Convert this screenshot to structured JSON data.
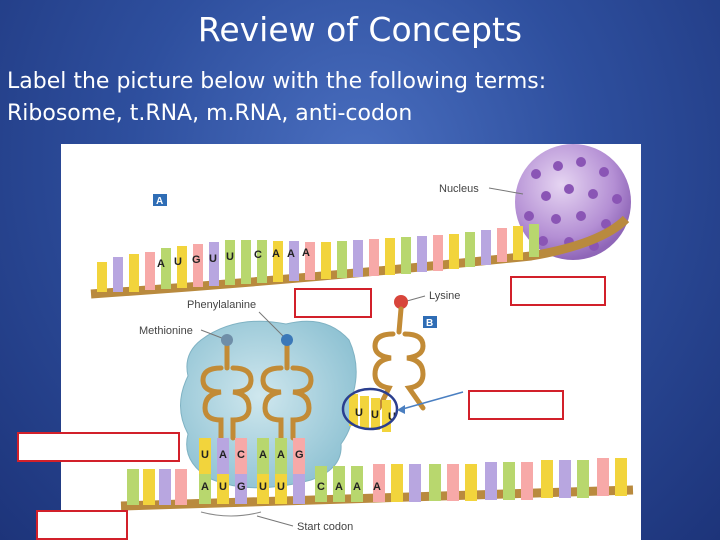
{
  "slide": {
    "title": "Review of Concepts",
    "instruction_line1": "Label the picture below with the following terms:",
    "instruction_line2": "Ribosome, t.RNA, m.RNA, anti-codon"
  },
  "figure": {
    "labels": {
      "nucleus": "Nucleus",
      "panel_a": "A",
      "panel_b": "B",
      "phenylalanine": "Phenylalanine",
      "methionine": "Methionine",
      "lysine": "Lysine",
      "start_codon": "Start codon"
    },
    "top_strand_bases": [
      "A",
      "U",
      "G",
      "U",
      "U",
      "C",
      "A",
      "A",
      "A"
    ],
    "anticodon_bases": [
      "U",
      "U",
      "U"
    ],
    "trna_upper_row": [
      "U",
      "A",
      "C",
      "A",
      "A",
      "G"
    ],
    "mrna_bottom_bases": [
      "A",
      "U",
      "G",
      "U",
      "U",
      "C",
      "A",
      "A",
      "A"
    ]
  },
  "colors": {
    "answer_box_border": "#d2202a",
    "highlight_circle": "#2b3f8f",
    "arrow": "#4a7fc1"
  }
}
